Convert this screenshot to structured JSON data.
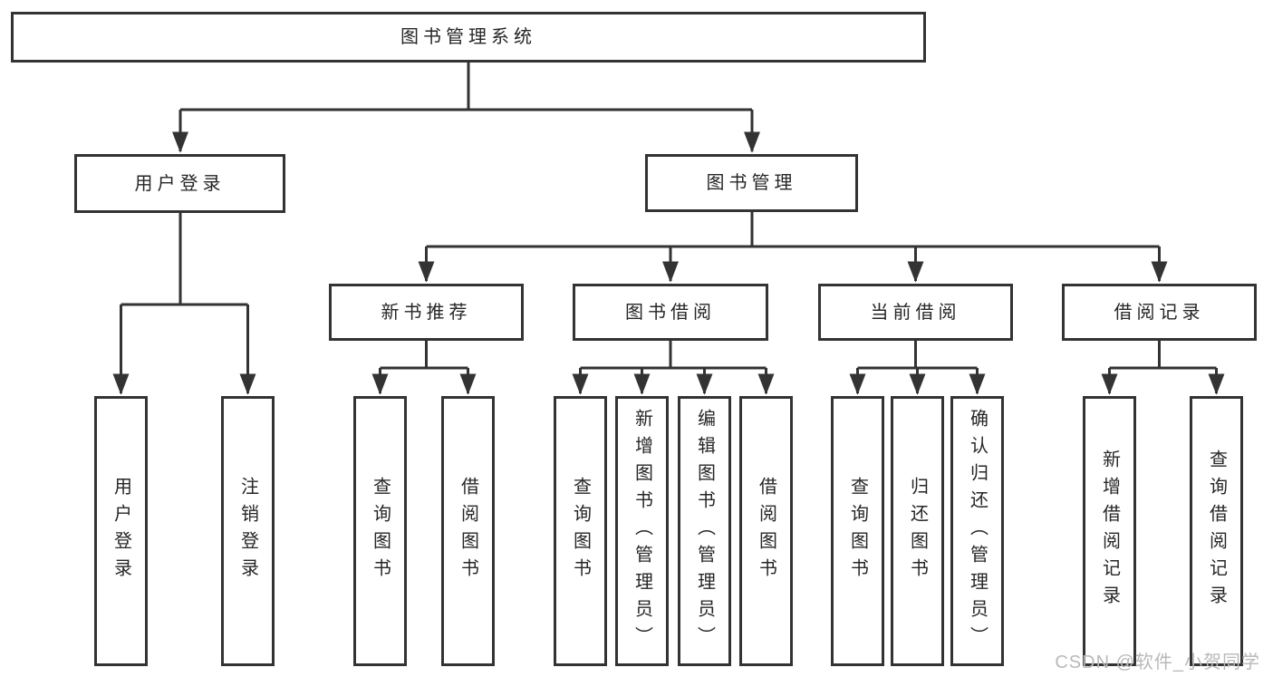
{
  "tree": {
    "root": {
      "label": "图书管理系统"
    },
    "branches": [
      {
        "label": "用户登录",
        "children": [
          {
            "label": "用户登录"
          },
          {
            "label": "注销登录"
          }
        ]
      },
      {
        "label": "图书管理",
        "children": [
          {
            "label": "新书推荐",
            "children": [
              {
                "label": "查询图书"
              },
              {
                "label": "借阅图书"
              }
            ]
          },
          {
            "label": "图书借阅",
            "children": [
              {
                "label": "查询图书"
              },
              {
                "label": "新增图书（管理员）"
              },
              {
                "label": "编辑图书（管理员）"
              },
              {
                "label": "借阅图书"
              }
            ]
          },
          {
            "label": "当前借阅",
            "children": [
              {
                "label": "查询图书"
              },
              {
                "label": "归还图书"
              },
              {
                "label": "确认归还（管理员）"
              }
            ]
          },
          {
            "label": "借阅记录",
            "children": [
              {
                "label": "新增借阅记录"
              },
              {
                "label": "查询借阅记录"
              }
            ]
          }
        ]
      }
    ]
  },
  "watermark": {
    "text": "CSDN @软件_小贺同学"
  },
  "colors": {
    "line": "#333333",
    "text": "#262626",
    "box_background": "#ffffff",
    "page_background": "#ffffff",
    "watermark": "#b9b9b9"
  }
}
